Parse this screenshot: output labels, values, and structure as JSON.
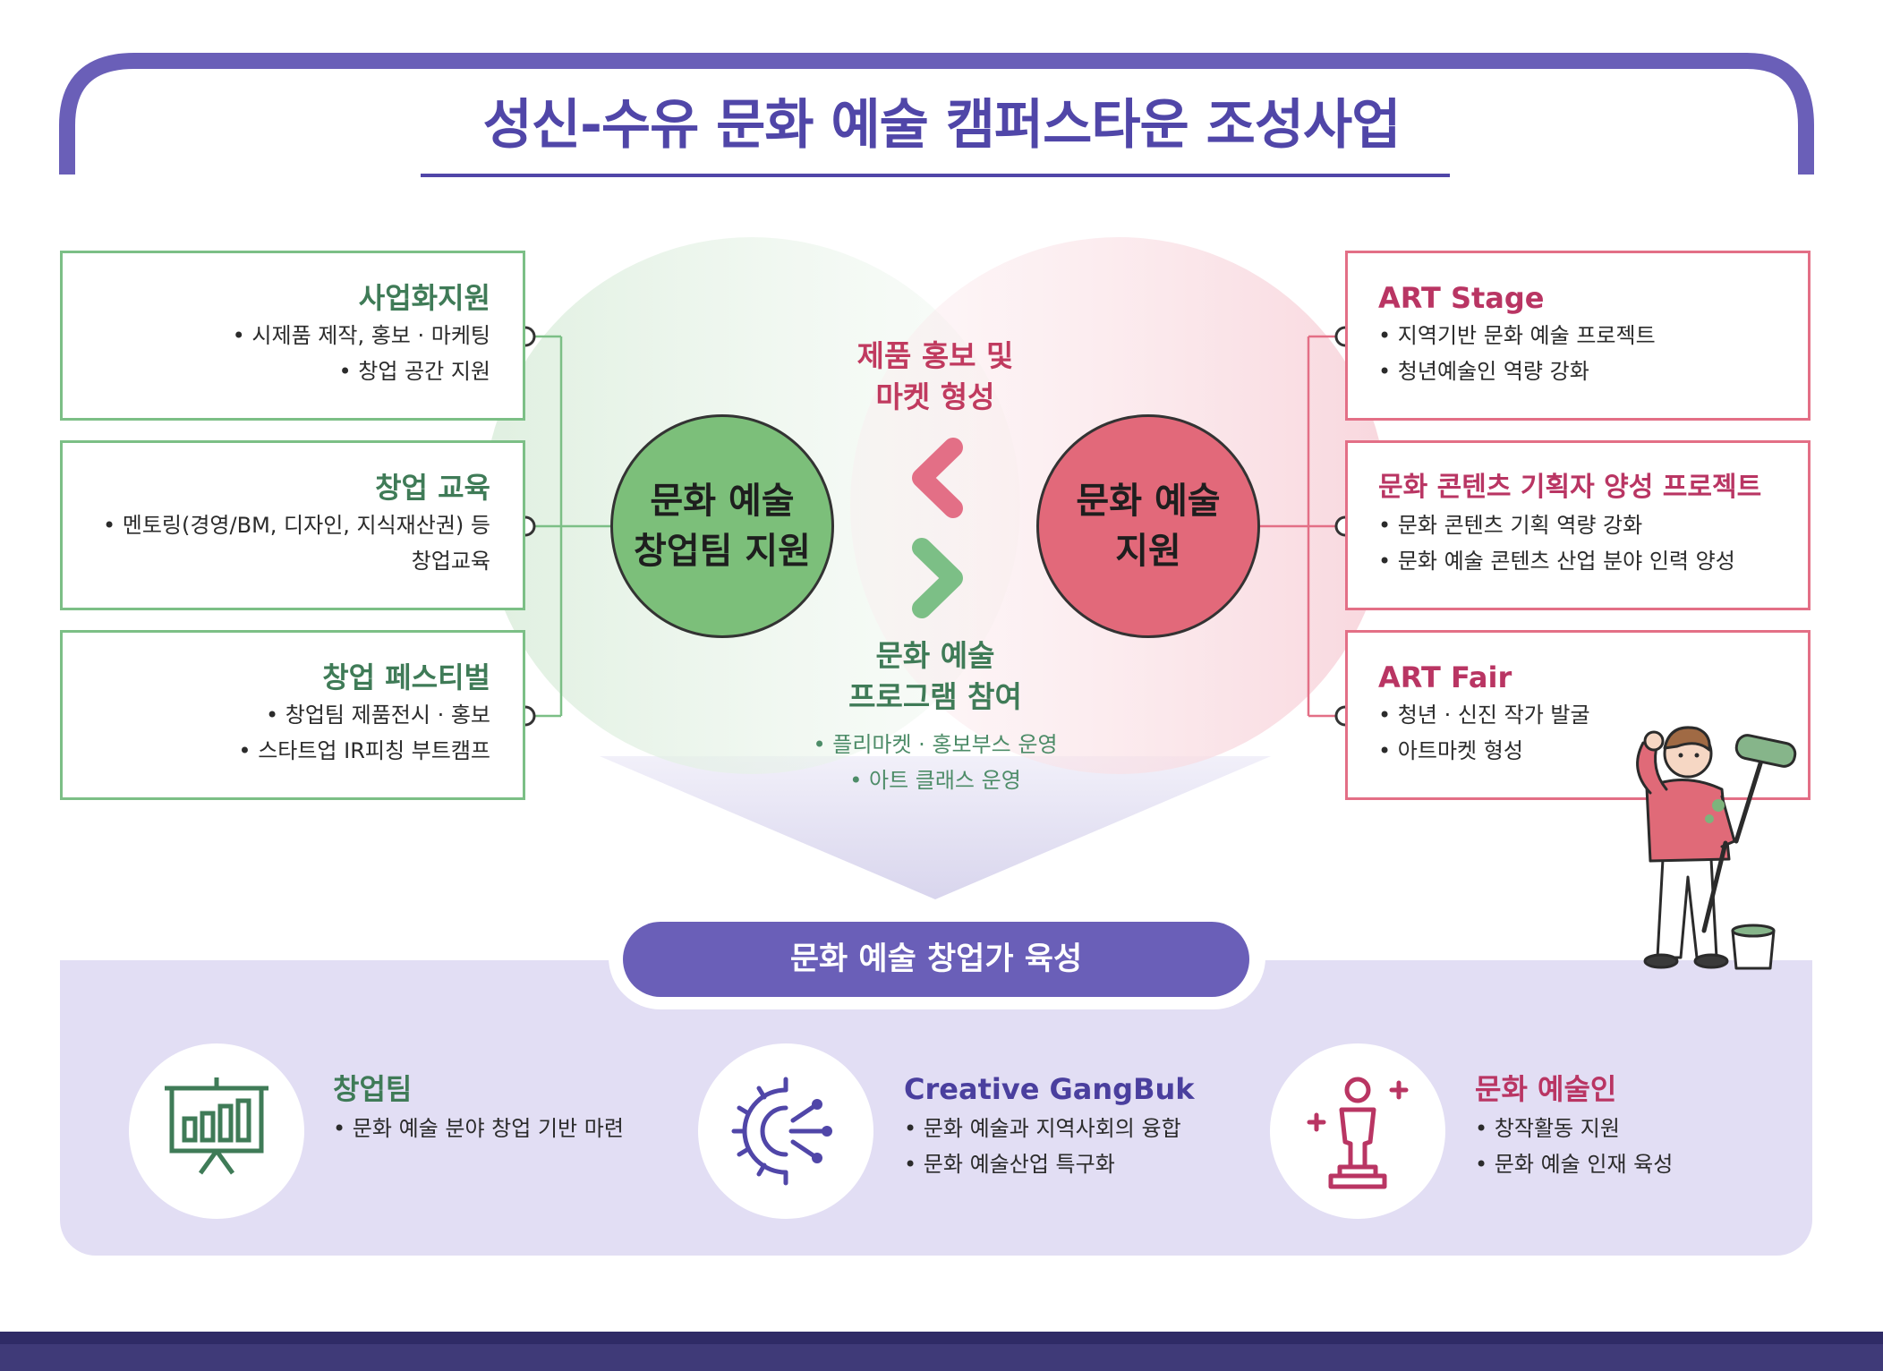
{
  "title": "성신-수유 문화 예술 캠퍼스타운 조성사업",
  "colors": {
    "purple": "#5046a8",
    "green": "#7cbf86",
    "red": "#e36f86",
    "green_text": "#3f7b57",
    "red_text": "#b93563"
  },
  "left_boxes": [
    {
      "heading": "사업화지원",
      "lines": [
        "시제품 제작, 홍보 · 마케팅",
        "창업 공간 지원"
      ]
    },
    {
      "heading": "창업 교육",
      "lines": [
        "멘토링(경영/BM, 디자인, 지식재산권) 등",
        "창업교육"
      ]
    },
    {
      "heading": "창업 페스티벌",
      "lines": [
        "창업팀 제품전시 · 홍보",
        "스타트업 IR피칭 부트캠프"
      ]
    }
  ],
  "right_boxes": [
    {
      "heading": "ART Stage",
      "lines": [
        "지역기반 문화 예술 프로젝트",
        "청년예술인 역량 강화"
      ]
    },
    {
      "heading": "문화 콘텐츠 기획자 양성 프로젝트",
      "lines": [
        "문화 콘텐츠 기획 역량 강화",
        "문화 예술 콘텐츠 산업 분야 인력 양성"
      ]
    },
    {
      "heading": "ART Fair",
      "lines": [
        "청년 · 신진 작가 발굴",
        "아트마켓 형성"
      ]
    }
  ],
  "center": {
    "left_circle": [
      "문화 예술",
      "창업팀 지원"
    ],
    "right_circle": [
      "문화 예술",
      "지원"
    ],
    "top_label": [
      "제품 홍보 및",
      "마켓 형성"
    ],
    "bottom_label": [
      "문화 예술",
      "프로그램 참여"
    ],
    "bottom_items": [
      "플리마켓 · 홍보부스 운영",
      "아트 클래스 운영"
    ]
  },
  "bottom": {
    "pill": "문화 예술 창업가 육성",
    "features": [
      {
        "icon": "presentation-chart-icon",
        "heading": "창업팀",
        "lines": [
          "문화 예술 분야 창업 기반 마련"
        ]
      },
      {
        "icon": "gear-network-icon",
        "heading": "Creative GangBuk",
        "lines": [
          "문화 예술과 지역사회의 융합",
          "문화 예술산업 특구화"
        ]
      },
      {
        "icon": "trophy-figure-icon",
        "heading": "문화 예술인",
        "lines": [
          "창작활동 지원",
          "문화 예술 인재 육성"
        ]
      }
    ]
  }
}
